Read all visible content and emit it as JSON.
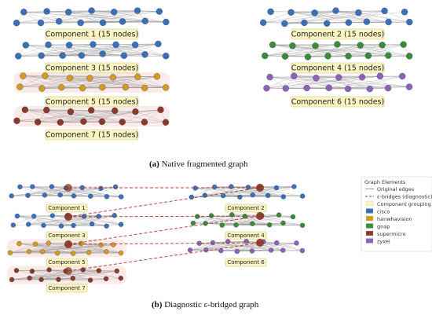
{
  "panel_a": {
    "caption_tag": "(a)",
    "caption_text": "Native fragmented graph",
    "components": [
      {
        "label": "Component 1 (15 nodes)",
        "vendor": "cisco"
      },
      {
        "label": "Component 2 (15 nodes)",
        "vendor": "cisco"
      },
      {
        "label": "Component 3 (15 nodes)",
        "vendor": "cisco"
      },
      {
        "label": "Component 4 (15 nodes)",
        "vendor": "gnap"
      },
      {
        "label": "Component 5 (15 nodes)",
        "vendor": "hanwhavision"
      },
      {
        "label": "Component 6 (15 nodes)",
        "vendor": "zyxel"
      },
      {
        "label": "Component 7 (15 nodes)",
        "vendor": "supermicro"
      }
    ]
  },
  "panel_b": {
    "caption_tag": "(b)",
    "caption_text": "Diagnostic ε-bridged graph",
    "components": [
      {
        "label": "Component 1",
        "vendor": "cisco"
      },
      {
        "label": "Component 2",
        "vendor": "cisco"
      },
      {
        "label": "Component 3",
        "vendor": "cisco"
      },
      {
        "label": "Component 4",
        "vendor": "gnap"
      },
      {
        "label": "Component 5",
        "vendor": "hanwhavision"
      },
      {
        "label": "Component 6",
        "vendor": "zyxel"
      },
      {
        "label": "Component 7",
        "vendor": "supermicro"
      }
    ],
    "bridges": [
      [
        1,
        2
      ],
      [
        3,
        4
      ],
      [
        3,
        2
      ],
      [
        5,
        4
      ],
      [
        5,
        6
      ],
      [
        7,
        6
      ]
    ]
  },
  "legend": {
    "title": "Graph Elements",
    "items": [
      {
        "label": "Original edges",
        "kind": "line",
        "color": "#9a9a9a"
      },
      {
        "label": "ε-bridges (diagnostic)",
        "kind": "dash",
        "color": "#b03a2e"
      },
      {
        "label": "Component grouping",
        "kind": "patch",
        "color": "#fbf5c4"
      },
      {
        "label": "cisco",
        "kind": "patch",
        "color": "#3b6fb6"
      },
      {
        "label": "hanwhavision",
        "kind": "patch",
        "color": "#d49a22"
      },
      {
        "label": "gnap",
        "kind": "patch",
        "color": "#3d8b37"
      },
      {
        "label": "supermicro",
        "kind": "patch",
        "color": "#8b3a2a"
      },
      {
        "label": "zyxel",
        "kind": "patch",
        "color": "#8e62b8"
      }
    ]
  },
  "colors": {
    "cisco": "#3b6fb6",
    "hanwhavision": "#d49a22",
    "gnap": "#3d8b37",
    "supermicro": "#8b3a2a",
    "zyxel": "#8e62b8",
    "edge": "#9a9a9a",
    "bridge": "#b03a2e",
    "label_bg": "#fbf5c4",
    "label_border": "#c9c07a"
  }
}
